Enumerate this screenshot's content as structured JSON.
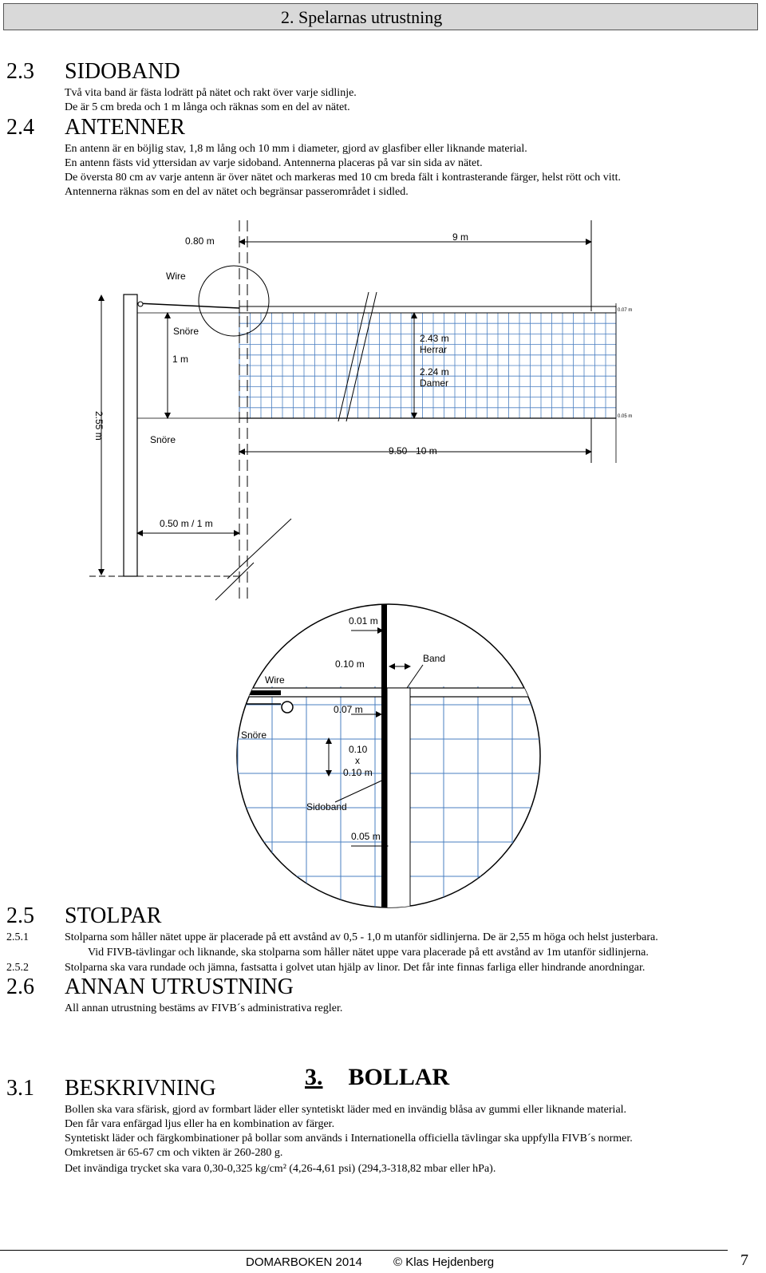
{
  "header": {
    "title": "2. Spelarnas utrustning"
  },
  "s23": {
    "num": "2.3",
    "title": "SIDOBAND",
    "lines": [
      "Två vita band är fästa lodrätt på nätet och rakt över varje sidlinje.",
      "De är 5 cm breda och 1 m långa och räknas som en del av nätet."
    ]
  },
  "s24": {
    "num": "2.4",
    "title": "ANTENNER",
    "lines": [
      "En antenn är en böjlig stav, 1,8 m lång och 10 mm i diameter, gjord av glasfiber eller liknande material.",
      "En antenn fästs vid yttersidan av varje sidoband. Antennerna placeras på var sin sida av nätet.",
      "De översta 80 cm av varje antenn är över nätet och markeras med 10 cm breda fält i kontrasterande färger, helst rött och vitt.",
      "Antennerna räknas som en del av nätet och begränsar passerområdet i sidled."
    ]
  },
  "diagram1": {
    "d080": "0.80 m",
    "d9": "9 m",
    "wire": "Wire",
    "snore1": "Snöre",
    "d1m": "1 m",
    "herrar_h": "2.43 m",
    "herrar": "Herrar",
    "damer_h": "2.24 m",
    "damer": "Damer",
    "d255": "2.55 m",
    "snore2": "Snöre",
    "d950": "9.50 - 10 m",
    "d050": "0.50 m / 1 m",
    "tiny1": "0.07 m",
    "tiny2": "0.05 m"
  },
  "diagram2": {
    "d001": "0.01 m",
    "d010": "0.10 m",
    "band": "Band",
    "wire": "Wire",
    "d007": "0.07 m",
    "snore": "Snöre",
    "mesh_a": "0.10",
    "mesh_x": "x",
    "mesh_b": "0.10 m",
    "sidoband": "Sidoband",
    "d005": "0.05 m"
  },
  "s25": {
    "num": "2.5",
    "title": "STOLPAR",
    "items": [
      {
        "n": "2.5.1",
        "text": "Stolparna som håller nätet uppe är placerade på ett avstånd av 0,5 - 1,0 m utanför sidlinjerna. De är 2,55 m höga och helst justerbara."
      },
      {
        "n": "",
        "text": "Vid FIVB-tävlingar och liknande, ska stolparna som håller nätet uppe vara placerade på ett avstånd av 1m utanför sidlinjerna."
      },
      {
        "n": "2.5.2",
        "text": "Stolparna ska vara rundade och jämna, fastsatta i golvet utan hjälp av linor. Det får inte finnas farliga eller hindrande anordningar."
      }
    ]
  },
  "s26": {
    "num": "2.6",
    "title": "ANNAN UTRUSTNING",
    "lines": [
      "All annan utrustning bestäms av FIVB´s administrativa regler."
    ]
  },
  "s3": {
    "num": "3.",
    "title": "BOLLAR"
  },
  "s31": {
    "num": "3.1",
    "title": "BESKRIVNING",
    "lines": [
      "Bollen ska vara sfärisk, gjord av formbart läder eller syntetiskt läder med en invändig blåsa av gummi eller liknande material.",
      "Den får vara enfärgad ljus eller ha en kombination av färger.",
      "Syntetiskt läder och färgkombinationer på bollar som används i Internationella officiella tävlingar ska uppfylla FIVB´s normer.",
      "Omkretsen är 65-67 cm och vikten är 260-280 g.",
      "Det invändiga trycket ska vara 0,30-0,325 kg/cm² (4,26-4,61 psi) (294,3-318,82 mbar eller hPa)."
    ]
  },
  "footer": {
    "left": "DOMARBOKEN 2014",
    "right": "© Klas Hejdenberg",
    "page": "7"
  },
  "colors": {
    "mesh": "#4a7fc1",
    "header_bg": "#d9d9d9"
  }
}
